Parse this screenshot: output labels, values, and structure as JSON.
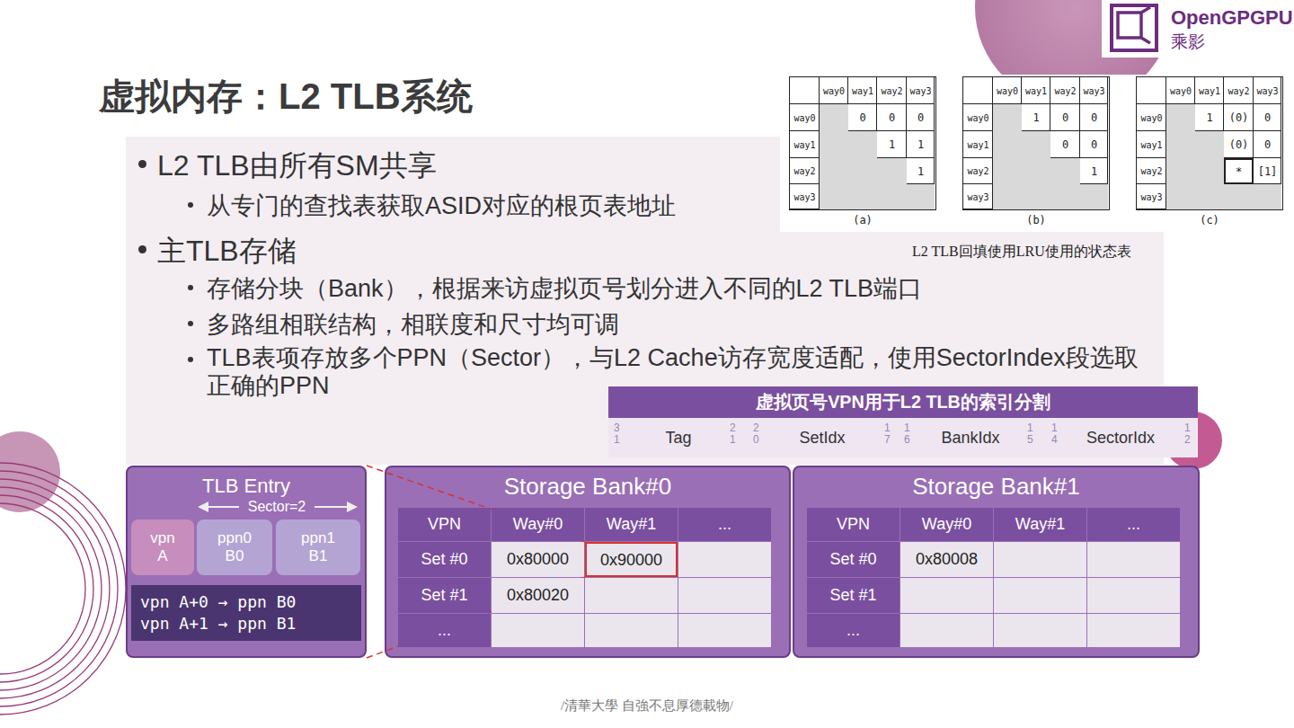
{
  "diagram": {
    "title": "虚拟内存：L2 TLB系统",
    "nodes": [
      {
        "text": [
          "L2 TLB由所有SM共享",
          "从专门的查找表获取ASID对应的根页表地址",
          "主TLB存储",
          "存储分块（Bank），根据来访虚拟页号划分进入不同的L2 TLB端口",
          "多路组相联结构，相联度和尺寸均可调",
          "TLB表项存放多个PPN（Sector），与L2 Cache访存宽度适配，使用SectorIndex段选取正确的PPN"
        ]
      },
      {
        "text": [
          "虚拟页号VPN用于L2 TLB的索引分割"
        ]
      },
      {
        "text": [
          "Tag"
        ],
        "in": 1
      },
      {
        "text": [
          "SetIdx"
        ],
        "in": 1
      },
      {
        "text": [
          "BankIdx"
        ],
        "in": 1
      },
      {
        "text": [
          "SectorIdx"
        ],
        "in": 1
      },
      {
        "text": [
          "TLB Entry"
        ]
      },
      {
        "text": [
          "vpn A"
        ],
        "in": 6
      },
      {
        "text": [
          "ppn0 B0"
        ],
        "in": 6
      },
      {
        "text": [
          "ppn1 B1"
        ],
        "in": 6
      },
      {
        "text": [
          "vpn A+0 → ppn B0",
          "vpn A+1 → ppn B1"
        ],
        "in": 6
      },
      {
        "text": [
          "Storage Bank#0"
        ]
      },
      {
        "text": [
          "0x90000"
        ],
        "in": 11
      },
      {
        "text": [
          "Storage Bank#1"
        ]
      }
    ],
    "edges": [
      {
        "from": 6,
        "to": 12,
        "arrow": "none"
      },
      {
        "from": 6,
        "to": 12,
        "arrow": "none"
      }
    ],
    "labels": [
      "OpenGPGPU",
      "乘影",
      "way0",
      "way1",
      "way2",
      "way3",
      "way0",
      "way1",
      "way2",
      "way3",
      "0",
      "0",
      "0",
      "1",
      "1",
      "1",
      "(a)",
      "way0",
      "way1",
      "way2",
      "way3",
      "way0",
      "way1",
      "way2",
      "way3",
      "1",
      "0",
      "0",
      "0",
      "0",
      "1",
      "(b)",
      "way0",
      "way1",
      "way2",
      "way3",
      "way0",
      "way1",
      "way2",
      "way3",
      "1",
      "(0)",
      "0",
      "(0)",
      "0",
      "*",
      "[1]",
      "(c)",
      "L2 TLB回填使用LRU使用的状态表",
      "31",
      "21",
      "20",
      "17",
      "16",
      "15",
      "14",
      "12",
      "Sector=2",
      "VPN",
      "Way#0",
      "Way#1",
      "...",
      "Set #0",
      "0x80000",
      "Set #1",
      "0x80020",
      "...",
      "VPN",
      "Way#0",
      "Way#1",
      "...",
      "Set #0",
      "0x80008",
      "Set #1",
      "...",
      "/清華大學 自強不息厚德載物/"
    ]
  }
}
